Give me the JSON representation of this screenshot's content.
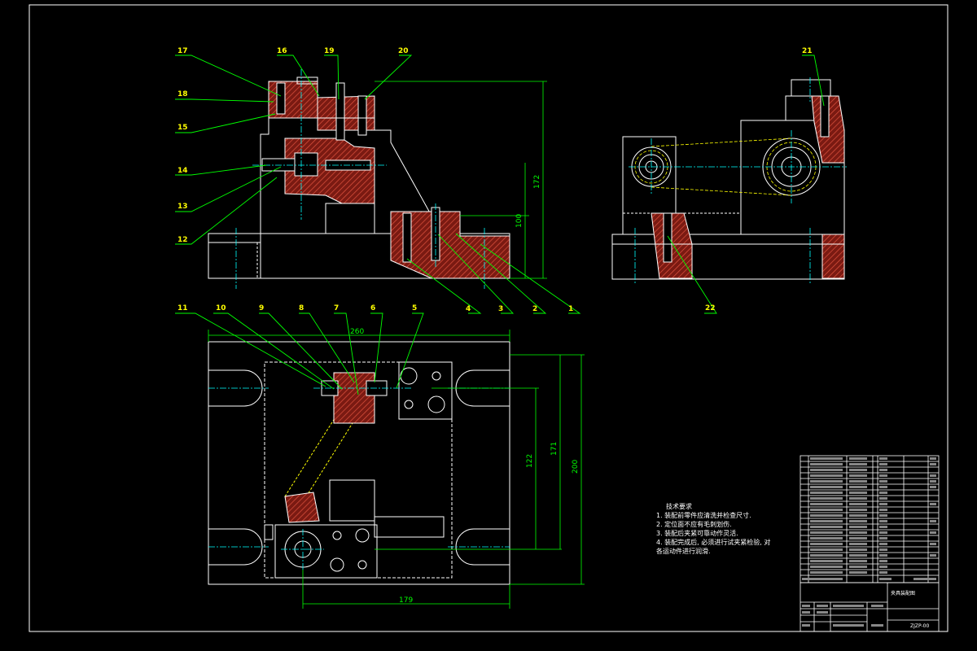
{
  "balloons_top": [
    "17",
    "16",
    "19",
    "20",
    "18",
    "15",
    "14",
    "13",
    "12",
    "4",
    "3",
    "2",
    "1"
  ],
  "balloons_plan": [
    "11",
    "10",
    "9",
    "8",
    "7",
    "6",
    "5"
  ],
  "balloon_side": [
    "21",
    "22"
  ],
  "dimensions": {
    "height_total": "172",
    "height_base": "100",
    "width_top": "260",
    "height_plan_a": "122",
    "height_plan_b": "171",
    "height_plan_c": "200",
    "width_bottom": "179"
  },
  "tech_notes": {
    "title": "技术要求",
    "lines": [
      "1. 装配前零件应清洗并检查尺寸.",
      "2. 定位面不应有毛刺划伤.",
      "3. 装配后夹紧可靠动作灵活.",
      "4. 装配完成后, 必须进行试夹紧检验, 对",
      "各运动件进行润滑."
    ]
  },
  "title_block": {
    "drawing_name": "夹具装配图",
    "drawing_no": "ZJZP-00"
  },
  "colors": {
    "background": "#000000",
    "outline": "#ffffff",
    "leader": "#00ff00",
    "balloon_text": "#ffff00",
    "centerline": "#00ffff",
    "hatch": "#c0392b",
    "dim_text": "#00ff00"
  }
}
